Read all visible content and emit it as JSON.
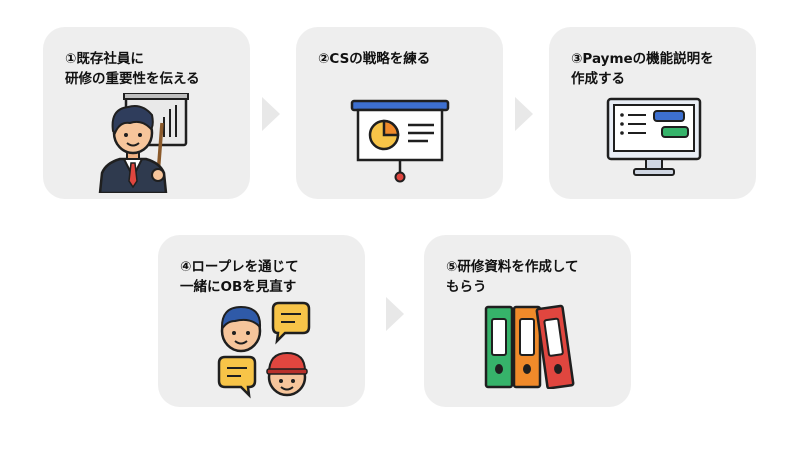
{
  "steps": [
    {
      "label": "①既存社員に\n研修の重要性を伝える",
      "icon": "presenter-with-board-icon"
    },
    {
      "label": "②CSの戦略を練る",
      "icon": "presentation-pie-chart-icon"
    },
    {
      "label": "③Paymeの機能説明を\n作成する",
      "icon": "monitor-chat-icon"
    },
    {
      "label": "④ロープレを通じて\n一緒にOBを見直す",
      "icon": "roleplay-people-chat-icon"
    },
    {
      "label": "⑤研修資料を作成して\nもらう",
      "icon": "binders-icon"
    }
  ],
  "colors": {
    "card_bg": "#eeeeee",
    "arrow": "#e8e8e8",
    "accent_blue": "#3d6fcf",
    "accent_yellow": "#f7c448",
    "accent_red": "#e0463f",
    "accent_green": "#36b36a",
    "accent_orange": "#f08a2a"
  }
}
